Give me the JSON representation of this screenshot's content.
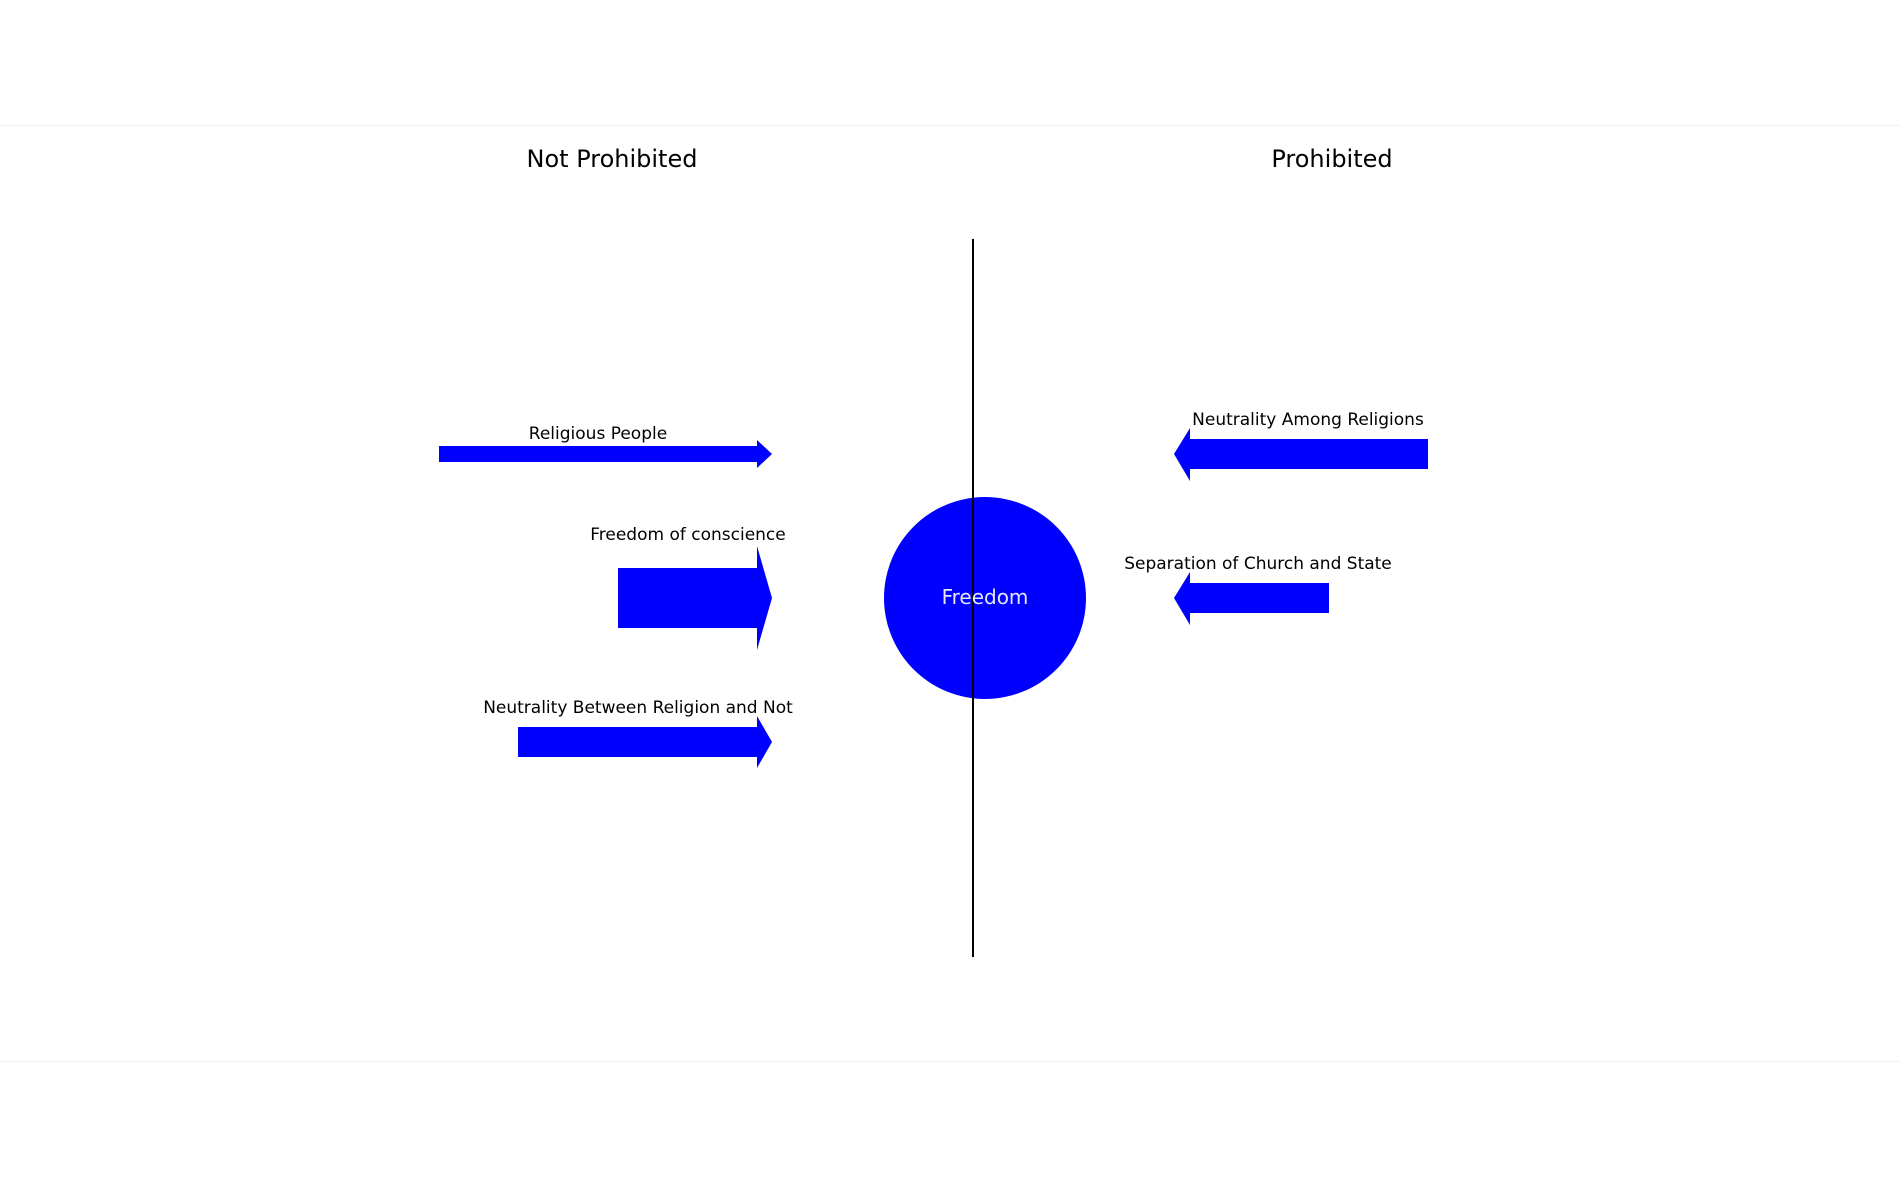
{
  "headings": {
    "left": "Not Prohibited",
    "right": "Prohibited"
  },
  "center": {
    "label": "Freedom"
  },
  "left_forces": [
    {
      "label": "Religious People"
    },
    {
      "label": "Freedom of conscience"
    },
    {
      "label": "Neutrality Between Religion and Not"
    }
  ],
  "right_forces": [
    {
      "label": "Neutrality Among Religions"
    },
    {
      "label": "Separation of Church and State"
    }
  ],
  "colors": {
    "shape_fill": "#0000ff",
    "center_text": "#e6e6ff",
    "divider": "#000000",
    "text": "#000000"
  }
}
